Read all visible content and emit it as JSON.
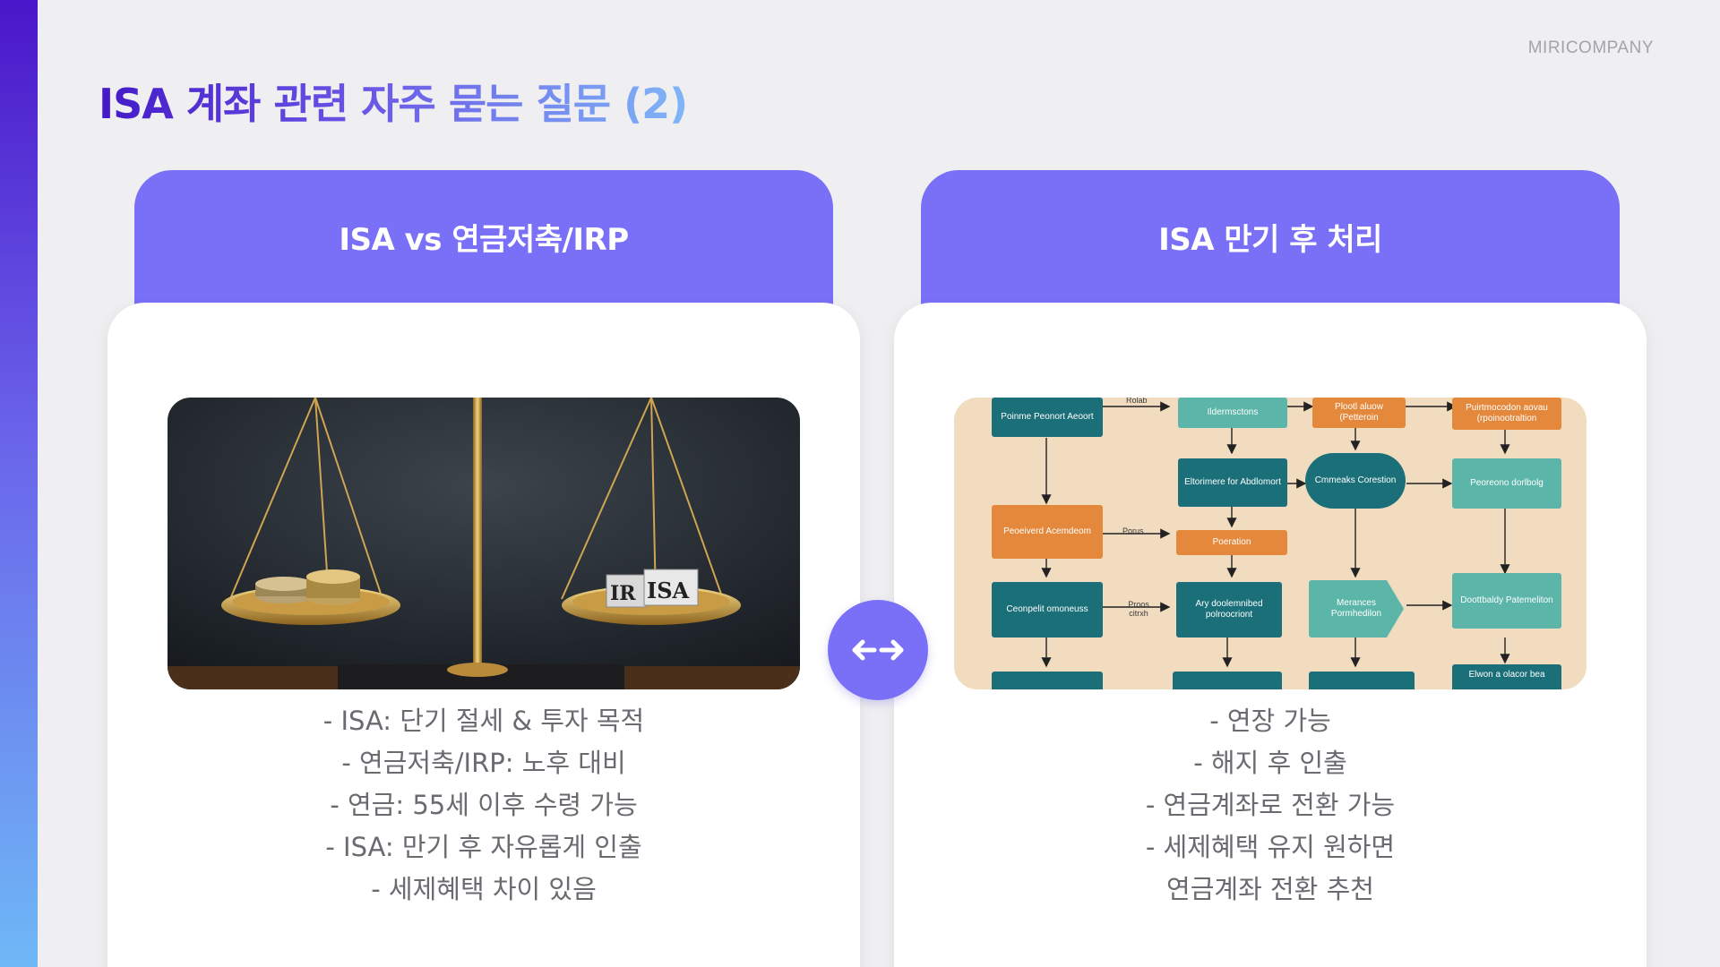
{
  "brand": "MIRICOMPANY",
  "title": "ISA 계좌 관련 자주 묻는 질문 (2)",
  "left_card": {
    "header": "ISA vs 연금저축/IRP",
    "image_labels": [
      "IR",
      "ISA"
    ],
    "lines": [
      "- ISA: 단기 절세 & 투자 목적",
      "- 연금저축/IRP: 노후 대비",
      "- 연금: 55세 이후 수령 가능",
      "- ISA: 만기 후 자유롭게 인출",
      "- 세제혜택 차이 있음"
    ]
  },
  "right_card": {
    "header": "ISA 만기 후 처리",
    "flowchart": {
      "nodes": [
        "Poinme Peonort Aeoort",
        "Ildermsctons",
        "Plootl aluow (Petteroin",
        "Puirtmocodon aovau (rpoinootraltion",
        "Eltorimere for Abdlomort",
        "Cmmeaks Corestion",
        "Peoreono dorlbolg",
        "Peoeiverd Acemdeom",
        "Poeration",
        "Ceonpelit omoneuss",
        "Ary doolemnibed polroocriont",
        "Merances Pormhedilon",
        "Doottbaldy Patemeliton",
        "Elwon a olacor bea"
      ],
      "edge_labels": [
        "Rolab",
        "Porus",
        "Proos citrxh"
      ]
    },
    "lines": [
      "- 연장 가능",
      "- 해지 후 인출",
      "- 연금계좌로 전환 가능",
      "- 세제혜택 유지 원하면",
      "연금계좌 전환 추천"
    ]
  },
  "colors": {
    "accent": "#7a70f7",
    "title_gradient_start": "#4419c8",
    "title_gradient_end": "#7fb6f7",
    "body_text": "#6a6a70",
    "background": "#efeff1"
  },
  "icons": {
    "swap_button": "double-arrow-icon"
  }
}
